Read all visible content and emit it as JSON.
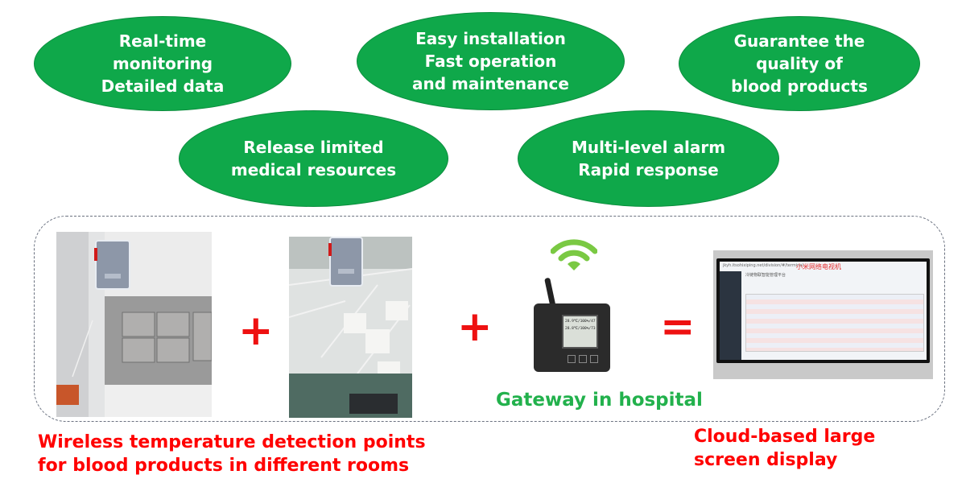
{
  "features": [
    {
      "lines": [
        "Real-time",
        "monitoring",
        "Detailed data"
      ]
    },
    {
      "lines": [
        "Easy installation",
        "Fast operation",
        "and maintenance"
      ]
    },
    {
      "lines": [
        "Guarantee the",
        "quality of",
        "blood products"
      ]
    },
    {
      "lines": [
        "Release limited",
        "medical resources"
      ]
    },
    {
      "lines": [
        "Multi-level alarm",
        "Rapid response"
      ]
    }
  ],
  "flow": {
    "operators": {
      "plus1": "+",
      "plus2": "+",
      "equals": "="
    },
    "gateway_label": "Gateway in hospital",
    "sensor_caption": [
      "Wireless temperature detection points",
      "for blood products in different rooms"
    ],
    "display_caption": [
      "Cloud-based large",
      "screen display"
    ],
    "screen": {
      "url": "jkyh.itsohixiping.net/division/#/terminal",
      "tv_label": "小米网络电视机",
      "app_title": "冷链物联智能管理平台"
    },
    "gateway_screen": {
      "line1": "28.9℃/100%/47",
      "line2": "28.8℃/100%/73"
    }
  },
  "colors": {
    "ellipse_fill": "#0fa84a",
    "caption_red": "#ff0000",
    "gateway_green": "#22b14c",
    "wifi": "#7ac943"
  }
}
